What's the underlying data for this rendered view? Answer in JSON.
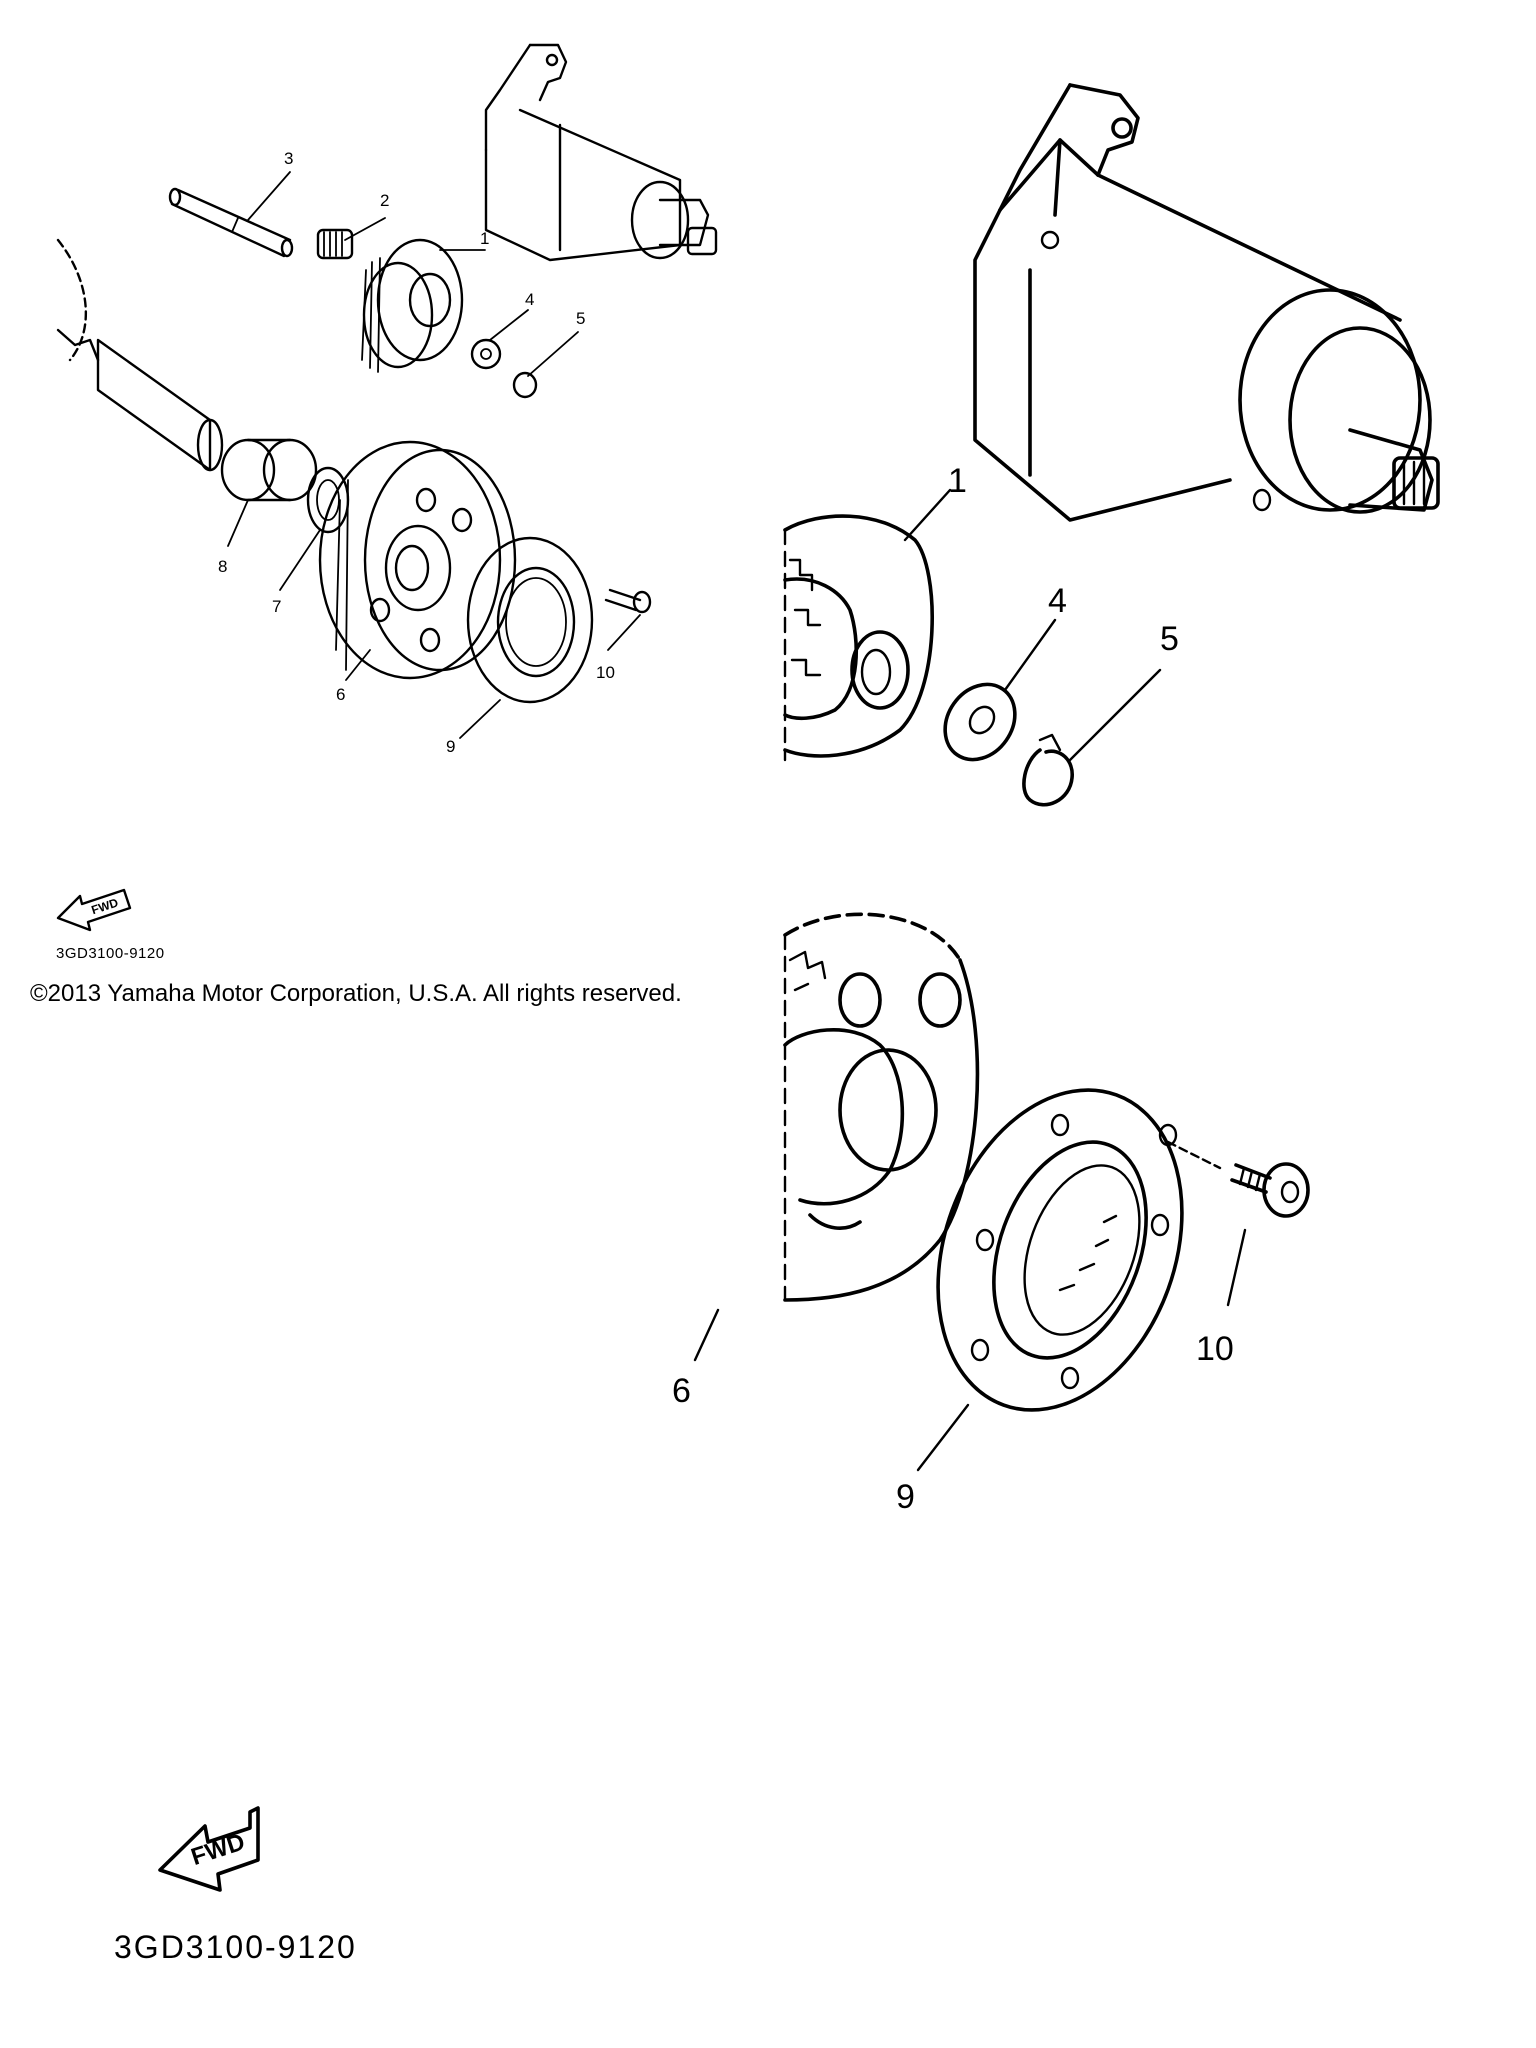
{
  "diagram_code": "3GD3100-9120",
  "direction_label": "FWD",
  "copyright": "©2013 Yamaha Motor Corporation, U.S.A. All rights reserved.",
  "callouts": {
    "p1": "1",
    "p2": "2",
    "p3": "3",
    "p4": "4",
    "p5": "5",
    "p6": "6",
    "p7": "7",
    "p8": "8",
    "p9": "9",
    "p10": "10"
  },
  "colors": {
    "ink": "#000000",
    "paper": "#ffffff"
  }
}
